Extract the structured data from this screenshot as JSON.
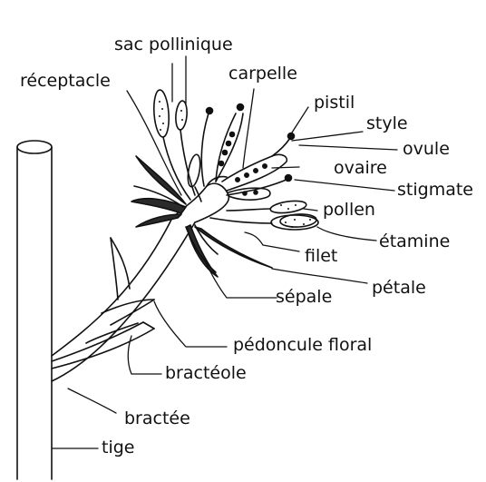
{
  "diagram": {
    "labels": {
      "sac_pollinique": "sac pollinique",
      "receptacle": "réceptacle",
      "carpelle": "carpelle",
      "pistil": "pistil",
      "style": "style",
      "ovule": "ovule",
      "ovaire": "ovaire",
      "stigmate": "stigmate",
      "pollen": "pollen",
      "etamine": "étamine",
      "filet": "filet",
      "petale": "pétale",
      "sepale": "sépale",
      "pedoncule_floral": "pédoncule floral",
      "bracteole": "bractéole",
      "bractee": "bractée",
      "tige": "tige"
    },
    "colors": {
      "ink": "#111111",
      "petal": "#3a3a3a",
      "paper": "#ffffff"
    }
  }
}
